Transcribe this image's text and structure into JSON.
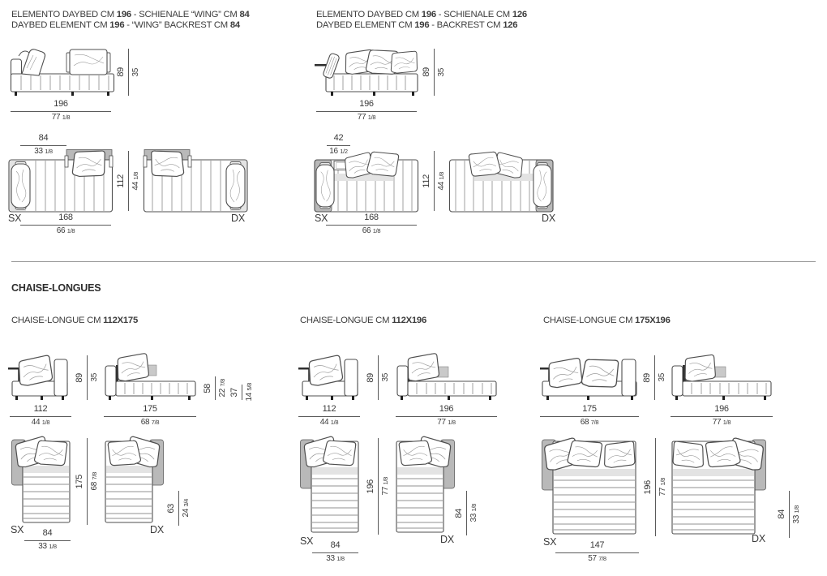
{
  "colors": {
    "ink": "#3a3a3a",
    "line": "#5a5a5a",
    "arm_gray": "#b9b9b9",
    "light_gray": "#e3e3e3"
  },
  "labels": {
    "sx": "SX",
    "dx": "DX"
  },
  "daybed1": {
    "title1": [
      "ELEMENTO DAYBED CM ",
      "196",
      " - SCHIENALE “WING” CM ",
      "84"
    ],
    "title2": [
      "DAYBED ELEMENT CM ",
      "196",
      " - “WING” BACKREST CM ",
      "84"
    ],
    "h": "89",
    "h_in": "35",
    "w": "196",
    "w_in": "77 1/8",
    "back_w": "84",
    "back_w_in": "33 1/8",
    "depth": "112",
    "depth_in": "44 1/8",
    "len": "168",
    "len_in": "66 1/8"
  },
  "daybed2": {
    "title1": [
      "ELEMENTO DAYBED CM ",
      "196",
      " - SCHIENALE CM ",
      "126"
    ],
    "title2": [
      "DAYBED ELEMENT CM ",
      "196",
      " - BACKREST CM ",
      "126"
    ],
    "h": "89",
    "h_in": "35",
    "w": "196",
    "w_in": "77 1/8",
    "back_w": "42",
    "back_w_in": "16 1/2",
    "depth": "112",
    "depth_in": "44 1/8",
    "len": "168",
    "len_in": "66 1/8"
  },
  "chaise_heading": "CHAISE-LONGUES",
  "chaise1": {
    "title": [
      "CHAISE-LONGUE CM ",
      "112X175"
    ],
    "w1": "112",
    "w1_in": "44 1/8",
    "h": "89",
    "h_in": "35",
    "w2": "175",
    "w2_in": "68 7/8",
    "back_h": "58",
    "back_h_in": "22 7/8",
    "seat_h": "37",
    "seat_h_in": "14 5/8",
    "plan_len": "175",
    "plan_len_in": "68 7/8",
    "plan_w": "84",
    "plan_w_in": "33 1/8",
    "plan_r": "63",
    "plan_r_in": "24 3/4"
  },
  "chaise2": {
    "title": [
      "CHAISE-LONGUE CM ",
      "112X196"
    ],
    "w1": "112",
    "w1_in": "44 1/8",
    "h": "89",
    "h_in": "35",
    "w2": "196",
    "w2_in": "77 1/8",
    "plan_len": "196",
    "plan_len_in": "77 1/8",
    "plan_w": "84",
    "plan_w_in": "33 1/8",
    "plan_r": "84",
    "plan_r_in": "33 1/8"
  },
  "chaise3": {
    "title": [
      "CHAISE-LONGUE CM ",
      "175X196"
    ],
    "w1": "175",
    "w1_in": "68 7/8",
    "h": "89",
    "h_in": "35",
    "w2": "196",
    "w2_in": "77 1/8",
    "plan_len": "196",
    "plan_len_in": "77 1/8",
    "plan_w": "147",
    "plan_w_in": "57 7/8",
    "plan_r": "84",
    "plan_r_in": "33 1/8"
  }
}
